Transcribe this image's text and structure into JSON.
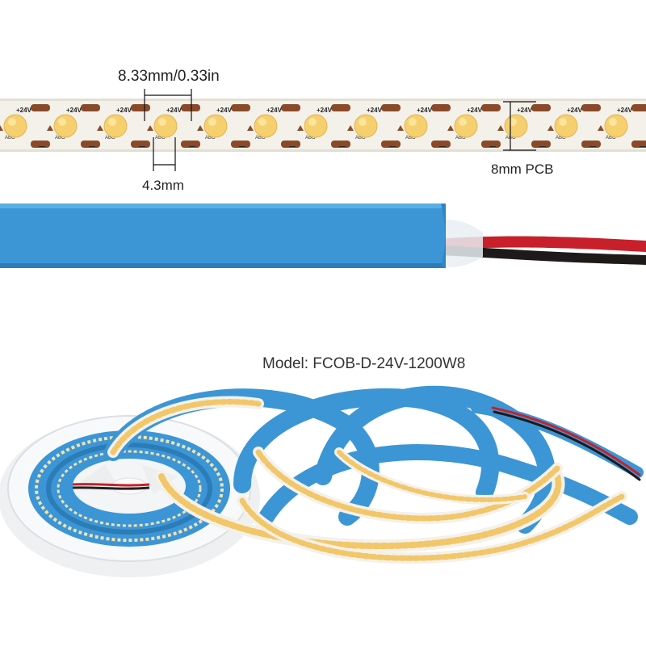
{
  "dimensions": {
    "pitch": "8.33mm/0.33in",
    "led_size": "4.3mm",
    "pcb_width": "8mm PCB"
  },
  "product": {
    "model": "Model: FCOB-D-24V-1200W8"
  },
  "strip_markings": {
    "voltage": "+24V",
    "code": "ABO",
    "minus": "—"
  },
  "colors": {
    "pcb": "#f4f1ea",
    "copper_pad": "#8a4a2a",
    "led": "#f6cf6e",
    "led_highlight": "#fde9a8",
    "sleeve": "#3c96d6",
    "wire_red": "#c8202a",
    "wire_black": "#1e1a1a"
  },
  "icons": [
    "led-chip-icon",
    "cut-mark-icon",
    "reel-icon"
  ]
}
